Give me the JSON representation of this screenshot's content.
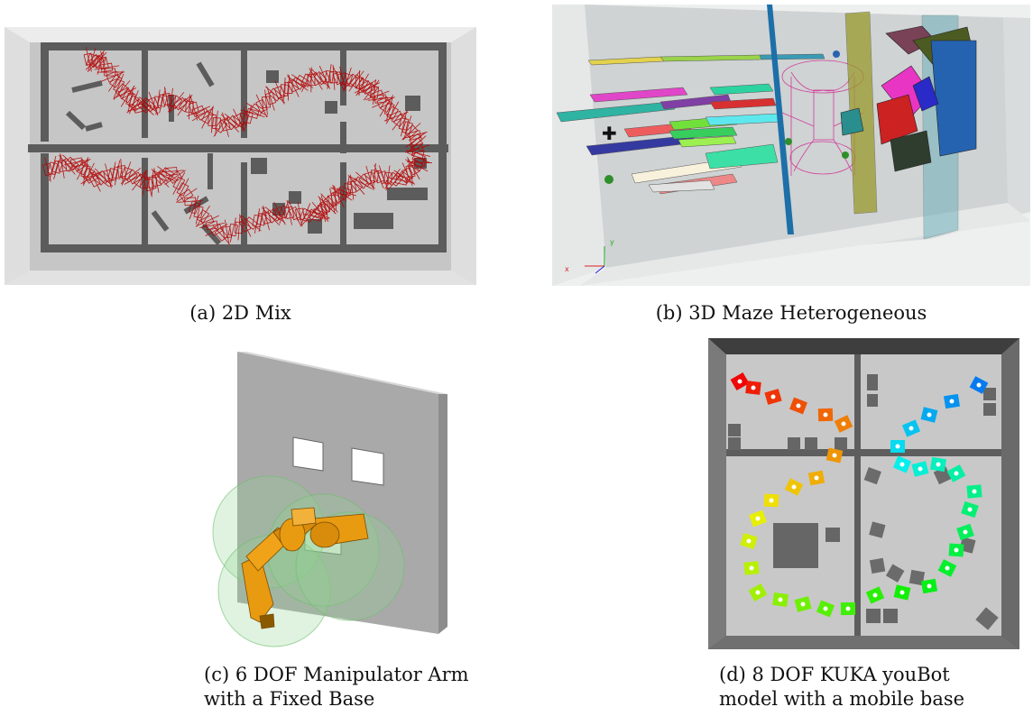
{
  "captions": {
    "a": "(a) 2D Mix",
    "b": "(b) 3D Maze Heterogeneous",
    "c_line1": "(c) 6 DOF Manipulator Arm",
    "c_line2": "with a Fixed Base",
    "d_line1": "(d) 8 DOF KUKA youBot",
    "d_line2": "model with a mobile base"
  },
  "colors": {
    "path_red": "#b40000",
    "arm_orange": "#e89a10",
    "bubble_green": "#7fd07f",
    "wall_gray": "#5a5a5a",
    "floor_gray": "#c9c9c9",
    "wireframe_magenta": "#d23c9a",
    "pole_blue": "#1d6fa8"
  },
  "axis_glyphs": {
    "x": "x",
    "y": "y"
  }
}
